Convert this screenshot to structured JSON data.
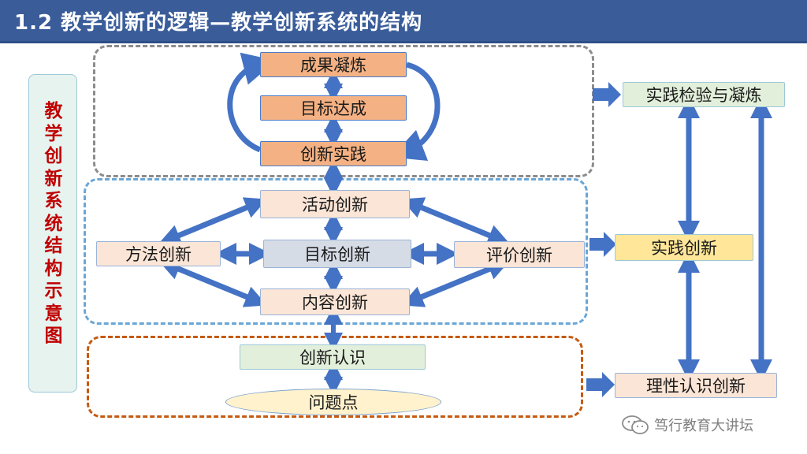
{
  "title": "1.2  教学创新的逻辑—教学创新系统的结构",
  "side_label": [
    "教",
    "学",
    "创",
    "新",
    "系",
    "统",
    "结",
    "构",
    "示",
    "意",
    "图"
  ],
  "nodes": {
    "result": "成果凝炼",
    "goal_achieve": "目标达成",
    "innov_practice": "创新实践",
    "activity": "活动创新",
    "method": "方法创新",
    "goal_innov": "目标创新",
    "evaluation": "评价创新",
    "content": "内容创新",
    "innov_cognition": "创新认识",
    "problem": "问题点",
    "practice_check": "实践检验与凝炼",
    "practice_innov": "实践创新",
    "rational": "理性认识创新"
  },
  "watermark": "笃行教育大讲坛",
  "colors": {
    "title_bg": "#3a5d9a",
    "arrow": "#4472c4",
    "side_text": "#c00000"
  }
}
